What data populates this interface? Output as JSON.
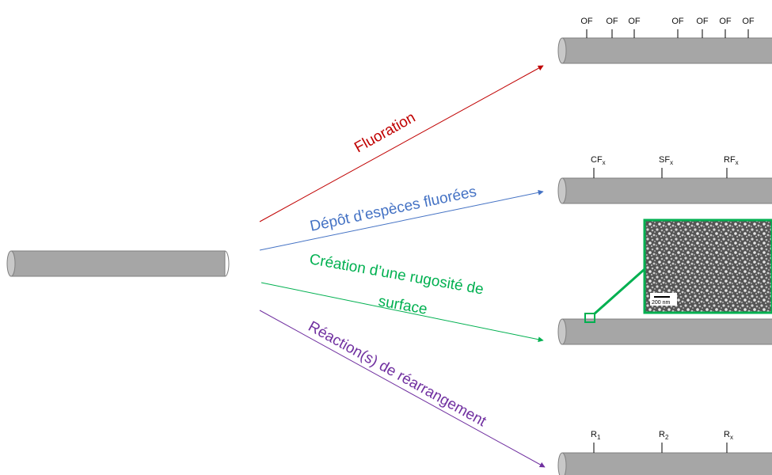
{
  "colors": {
    "fluoration": "#c00000",
    "depot": "#4472c4",
    "rugosite": "#00b050",
    "rearrangement": "#7030a0",
    "fiber_body": "#a6a6a6",
    "fiber_outline": "#7f7f7f"
  },
  "routes": {
    "fluoration": "Fluoration",
    "depot": "Dépôt d’espèces fluorées",
    "rugosite_line1": "Création d’une rugosité de",
    "rugosite_line2": "surface",
    "rearrangement": "Réaction(s) de réarrangement"
  },
  "fiber1_groups": [
    "OF",
    "OF",
    "OF",
    "OF",
    "OF",
    "OF",
    "OF"
  ],
  "fiber2_groups": [
    {
      "base": "CF",
      "sub": "x"
    },
    {
      "base": "SF",
      "sub": "x"
    },
    {
      "base": "RF",
      "sub": "x"
    }
  ],
  "fiber4_groups": [
    {
      "base": "R",
      "sub": "1"
    },
    {
      "base": "R",
      "sub": "2"
    },
    {
      "base": "R",
      "sub": "x"
    }
  ],
  "sem_inset": {
    "scale_bar_label": "200 nm",
    "icon": "sem-micrograph-icon"
  }
}
